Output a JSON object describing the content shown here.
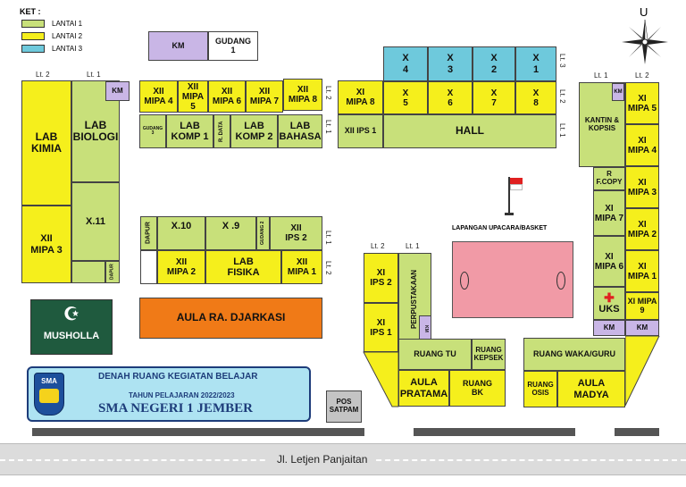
{
  "legend": {
    "title": "KET :",
    "items": [
      {
        "label": "LANTAI 1",
        "color": "#c8e07a"
      },
      {
        "label": "LANTAI 2",
        "color": "#f5ef1c"
      },
      {
        "label": "LANTAI 3",
        "color": "#6ec9dc"
      }
    ]
  },
  "compass": {
    "north_label": "U"
  },
  "colors": {
    "floor1": "#c8e07a",
    "floor2": "#f5ef1c",
    "floor3": "#6ec9dc",
    "km": "#c9b6e6",
    "aula": "#f07a17",
    "musholla": "#1f5a3e",
    "field": "#f19aa6",
    "road": "#dcdcdc"
  },
  "levels": {
    "lt1": "Lt. 1",
    "lt2": "Lt. 2",
    "lt3": "Lt. 3"
  },
  "rooms": {
    "km": "KM",
    "gudang1": "GUDANG\n1",
    "lab_kimia": "LAB\nKIMIA",
    "lab_biologi": "LAB\nBIOLOGI",
    "xii_mipa3": "XII\nMIPA 3",
    "x11": "X.11",
    "dapur": "DAPUR",
    "xii_mipa4": "XII\nMIPA 4",
    "xii_mipa5": "XII\nMIPA 5",
    "xii_mipa6": "XII\nMIPA 6",
    "xii_mipa7": "XII\nMIPA 7",
    "xii_mipa8": "XII\nMIPA 8",
    "gudang3": "GUDANG\n3",
    "lab_komp1": "LAB\nKOMP 1",
    "r_data": "R. DATA",
    "lab_komp2": "LAB\nKOMP 2",
    "lab_bahasa": "LAB\nBAHASA",
    "xi_mipa8": "XI\nMIPA 8",
    "xii_ips1": "XII IPS 1",
    "x4": "X\n4",
    "x3": "X\n3",
    "x2": "X\n2",
    "x1": "X\n1",
    "x5": "X\n5",
    "x6": "X\n6",
    "x7": "X\n7",
    "x8": "X\n8",
    "hall": "HALL",
    "kantin": "KANTIN &\nKOPSIS",
    "r_fcopy": "R\nF.COPY",
    "xi_mipa7": "XI\nMIPA 7",
    "xi_mipa6": "XI\nMIPA 6",
    "uks": "UKS",
    "xi_mipa5": "XI\nMIPA 5",
    "xi_mipa4": "XI\nMIPA 4",
    "xi_mipa3": "XI\nMIPA 3",
    "xi_mipa2": "XI\nMIPA 2",
    "xi_mipa1": "XI\nMIPA 1",
    "xi_mipa9": "XI MIPA\n9",
    "x10": "X.10",
    "x9": "X .9",
    "gudang2": "GUDANG 2",
    "xii_ips2": "XII\nIPS 2",
    "xii_mipa2": "XII\nMIPA 2",
    "lab_fisika": "LAB\nFISIKA",
    "xii_mipa1": "XII\nMIPA 1",
    "lapangan": "LAPANGAN UPACARA/BASKET",
    "xi_ips2": "XI\nIPS 2",
    "xi_ips1": "XI\nIPS 1",
    "perpustakaan": "PERPUSTAKAAN",
    "ruang_tu": "RUANG TU",
    "ruang_kepsek": "RUANG\nKEPSEK",
    "aula_pratama": "AULA\nPRATAMA",
    "ruang_bk": "RUANG\nBK",
    "ruang_waka": "RUANG WAKA/GURU",
    "ruang_osis": "RUANG\nOSIS",
    "aula_madya": "AULA\nMADYA",
    "musholla": "MUSHOLLA",
    "aula_djarkasi": "AULA RA. DJARKASI",
    "pos_satpam": "POS\nSATPAM"
  },
  "title_box": {
    "logo": "SMA",
    "line1": "DENAH RUANG KEGIATAN BELAJAR",
    "line2": "TAHUN PELAJARAN 2022/2023",
    "line3": "SMA NEGERI 1 JEMBER"
  },
  "road": {
    "name": "Jl. Letjen Panjaitan"
  }
}
